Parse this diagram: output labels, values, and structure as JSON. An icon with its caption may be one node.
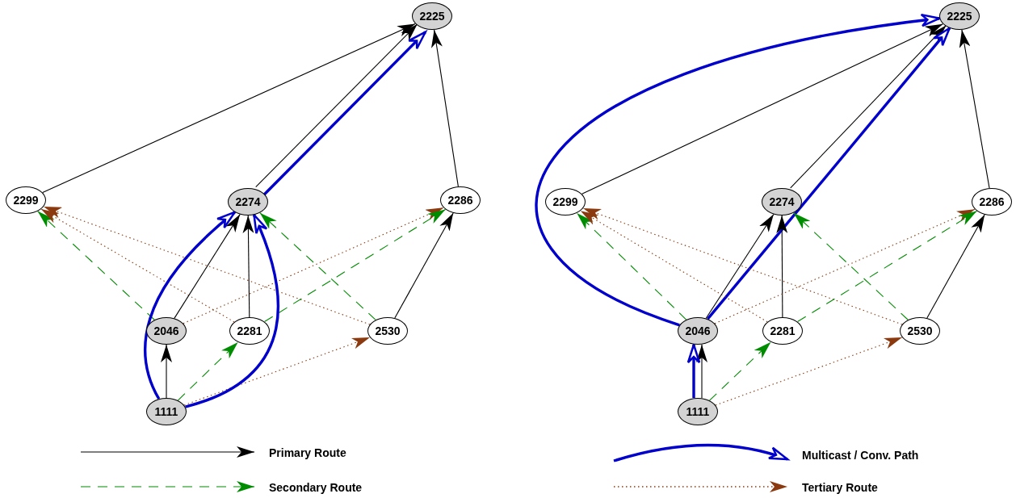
{
  "diagram": {
    "nodes": [
      {
        "text": [
          "2225"
        ]
      },
      {
        "text": [
          "2299"
        ]
      },
      {
        "text": [
          "2274"
        ]
      },
      {
        "text": [
          "2286"
        ]
      },
      {
        "text": [
          "2046"
        ]
      },
      {
        "text": [
          "2281"
        ]
      },
      {
        "text": [
          "2530"
        ]
      },
      {
        "text": [
          "1111"
        ]
      },
      {
        "text": [
          "2225"
        ]
      },
      {
        "text": [
          "2299"
        ]
      },
      {
        "text": [
          "2274"
        ]
      },
      {
        "text": [
          "2286"
        ]
      },
      {
        "text": [
          "2046"
        ]
      },
      {
        "text": [
          "2281"
        ]
      },
      {
        "text": [
          "2530"
        ]
      },
      {
        "text": [
          "1111"
        ]
      }
    ],
    "edges": [
      {
        "from": 1,
        "to": 0,
        "arrow": "to"
      },
      {
        "from": 2,
        "to": 0,
        "arrow": "to"
      },
      {
        "from": 2,
        "to": 0,
        "arrow": "to",
        "style": "thick",
        "color": "#0000cc"
      },
      {
        "from": 3,
        "to": 0,
        "arrow": "to"
      },
      {
        "from": 4,
        "to": 1,
        "arrow": "to",
        "style": "dashed",
        "color": "#008c00"
      },
      {
        "from": 5,
        "to": 1,
        "arrow": "to",
        "style": "dashed",
        "color": "#8b3a0f"
      },
      {
        "from": 6,
        "to": 1,
        "arrow": "to",
        "style": "dashed",
        "color": "#8b3a0f"
      },
      {
        "from": 4,
        "to": 2,
        "arrow": "to"
      },
      {
        "from": 5,
        "to": 2,
        "arrow": "to"
      },
      {
        "from": 6,
        "to": 2,
        "arrow": "to",
        "style": "dashed",
        "color": "#008c00"
      },
      {
        "from": 4,
        "to": 3,
        "arrow": "to",
        "style": "dashed",
        "color": "#8b3a0f"
      },
      {
        "from": 5,
        "to": 3,
        "arrow": "to",
        "style": "dashed",
        "color": "#008c00"
      },
      {
        "from": 6,
        "to": 3,
        "arrow": "to"
      },
      {
        "from": 7,
        "to": 4,
        "arrow": "to"
      },
      {
        "from": 7,
        "to": 5,
        "arrow": "to",
        "style": "dashed",
        "color": "#008c00"
      },
      {
        "from": 7,
        "to": 6,
        "arrow": "to",
        "style": "dashed",
        "color": "#8b3a0f"
      },
      {
        "from": 7,
        "to": 2,
        "arrow": "to",
        "style": "thick",
        "color": "#0000cc"
      },
      {
        "from": 7,
        "to": 2,
        "arrow": "to",
        "style": "thick",
        "color": "#0000cc"
      },
      {
        "from": 9,
        "to": 8,
        "arrow": "to"
      },
      {
        "from": 12,
        "to": 8,
        "arrow": "to",
        "style": "thick",
        "color": "#0000cc"
      },
      {
        "from": 10,
        "to": 8,
        "arrow": "to"
      },
      {
        "from": 12,
        "to": 8,
        "arrow": "to",
        "style": "thick",
        "color": "#0000cc"
      },
      {
        "from": 11,
        "to": 8,
        "arrow": "to"
      },
      {
        "from": 12,
        "to": 9,
        "arrow": "to",
        "style": "dashed",
        "color": "#008c00"
      },
      {
        "from": 13,
        "to": 9,
        "arrow": "to",
        "style": "dashed",
        "color": "#8b3a0f"
      },
      {
        "from": 14,
        "to": 9,
        "arrow": "to",
        "style": "dashed",
        "color": "#8b3a0f"
      },
      {
        "from": 12,
        "to": 10,
        "arrow": "to"
      },
      {
        "from": 13,
        "to": 10,
        "arrow": "to"
      },
      {
        "from": 14,
        "to": 10,
        "arrow": "to",
        "style": "dashed",
        "color": "#008c00"
      },
      {
        "from": 12,
        "to": 11,
        "arrow": "to",
        "style": "dashed",
        "color": "#8b3a0f"
      },
      {
        "from": 13,
        "to": 11,
        "arrow": "to",
        "style": "dashed",
        "color": "#008c00"
      },
      {
        "from": 14,
        "to": 11,
        "arrow": "to"
      },
      {
        "from": 15,
        "to": 12,
        "arrow": "to"
      },
      {
        "from": 15,
        "to": 12,
        "arrow": "to",
        "style": "thick",
        "color": "#0000cc"
      },
      {
        "from": 15,
        "to": 13,
        "arrow": "to",
        "style": "dashed",
        "color": "#008c00"
      },
      {
        "from": 15,
        "to": 14,
        "arrow": "to",
        "style": "dashed",
        "color": "#8b3a0f"
      }
    ],
    "legend": [
      {
        "text": "Primary Route"
      },
      {
        "text": "Multicast / Conv. Path"
      },
      {
        "text": "Secondary Route"
      },
      {
        "text": "Tertiary Route"
      }
    ]
  }
}
